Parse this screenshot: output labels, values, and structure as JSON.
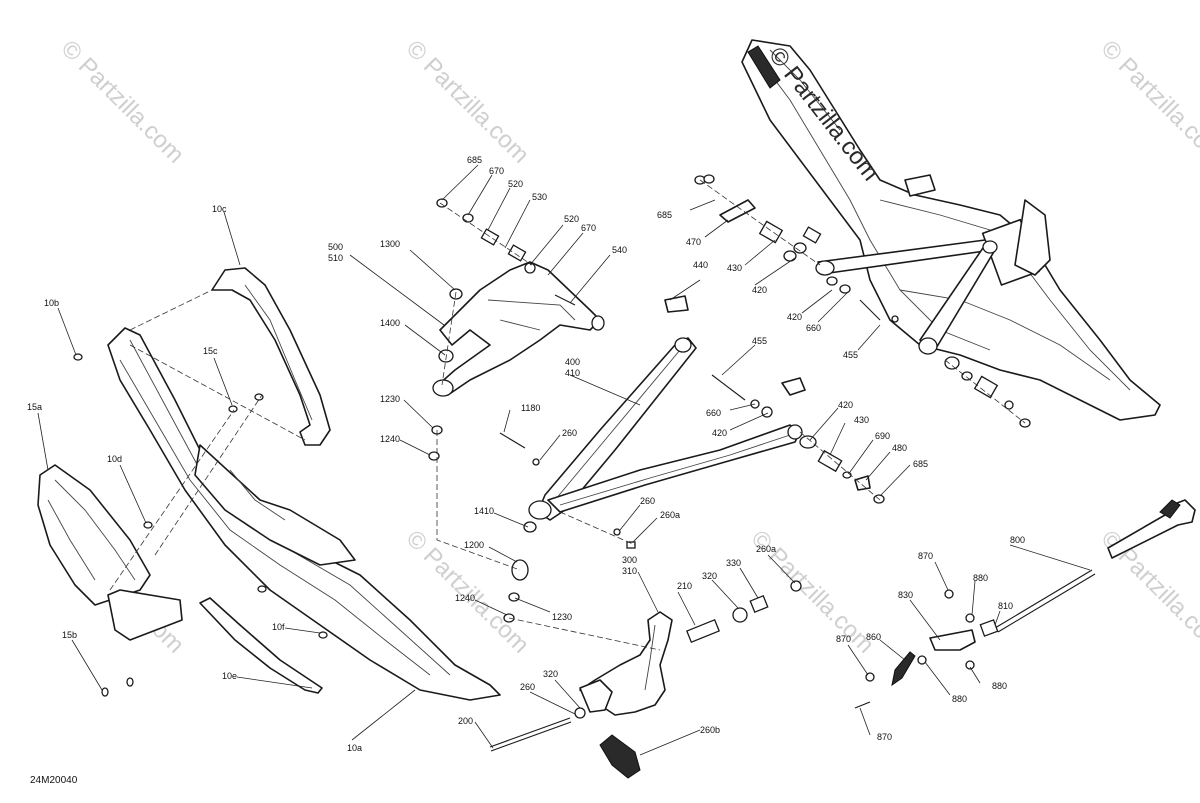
{
  "diagram_ref": "24M20040",
  "watermark": "© Partzilla.com",
  "callouts": [
    "685",
    "670",
    "520",
    "530",
    "520",
    "670",
    "540",
    "500",
    "510",
    "1300",
    "1400",
    "1230",
    "1240",
    "10c",
    "10b",
    "15c",
    "15a",
    "10d",
    "15b",
    "10f",
    "10e",
    "10a",
    "685",
    "470",
    "440",
    "430",
    "420",
    "420",
    "660",
    "455",
    "455",
    "400",
    "410",
    "660",
    "420",
    "1180",
    "260",
    "420",
    "430",
    "690",
    "480",
    "685",
    "260",
    "260a",
    "1410",
    "1200",
    "1230",
    "1240",
    "300",
    "310",
    "210",
    "320",
    "330",
    "260a",
    "320",
    "260",
    "200",
    "260b",
    "870",
    "880",
    "810",
    "800",
    "830",
    "860",
    "870",
    "880",
    "880",
    "870"
  ]
}
